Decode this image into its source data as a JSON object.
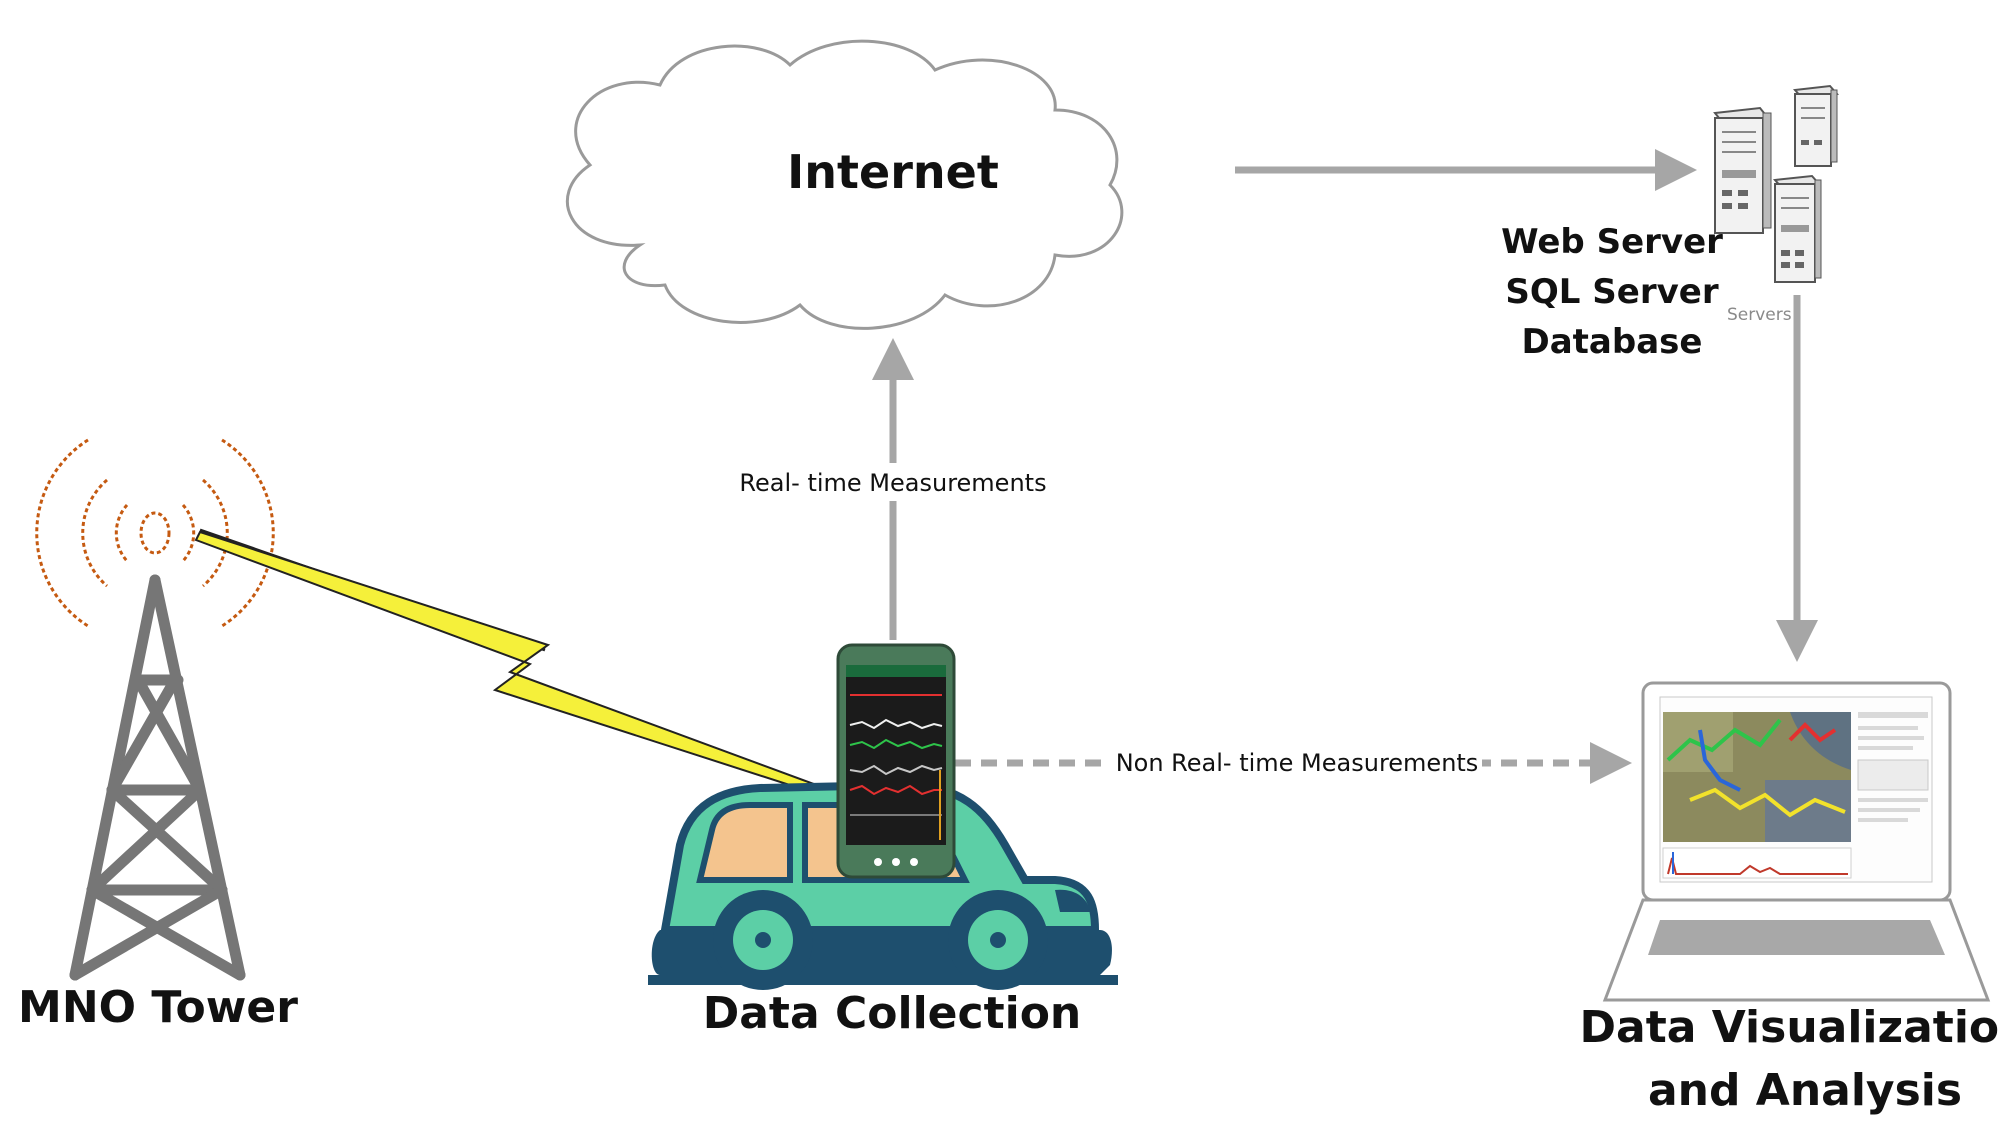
{
  "nodes": {
    "tower": {
      "label": "MNO Tower"
    },
    "internet": {
      "label": "Internet"
    },
    "server": {
      "label_lines": [
        "Web Server",
        "SQL Server",
        "Database"
      ],
      "icon_caption": "Servers"
    },
    "collection": {
      "label": "Data Collection"
    },
    "visualization": {
      "label_lines": [
        "Data Visualization",
        "and Analysis"
      ]
    }
  },
  "edges": {
    "realtime": {
      "label": "Real- time Measurements"
    },
    "nonrealtime": {
      "label": "Non Real- time Measurements"
    }
  },
  "colors": {
    "arrow": "#a6a6a6",
    "tower": "#767676",
    "waves": "#c55a11",
    "lightning": "#f5f03a",
    "car_body": "#5ccfa6",
    "car_dark": "#1e4f6e",
    "car_window": "#f4c48e",
    "phone": "#4a7a5a"
  }
}
